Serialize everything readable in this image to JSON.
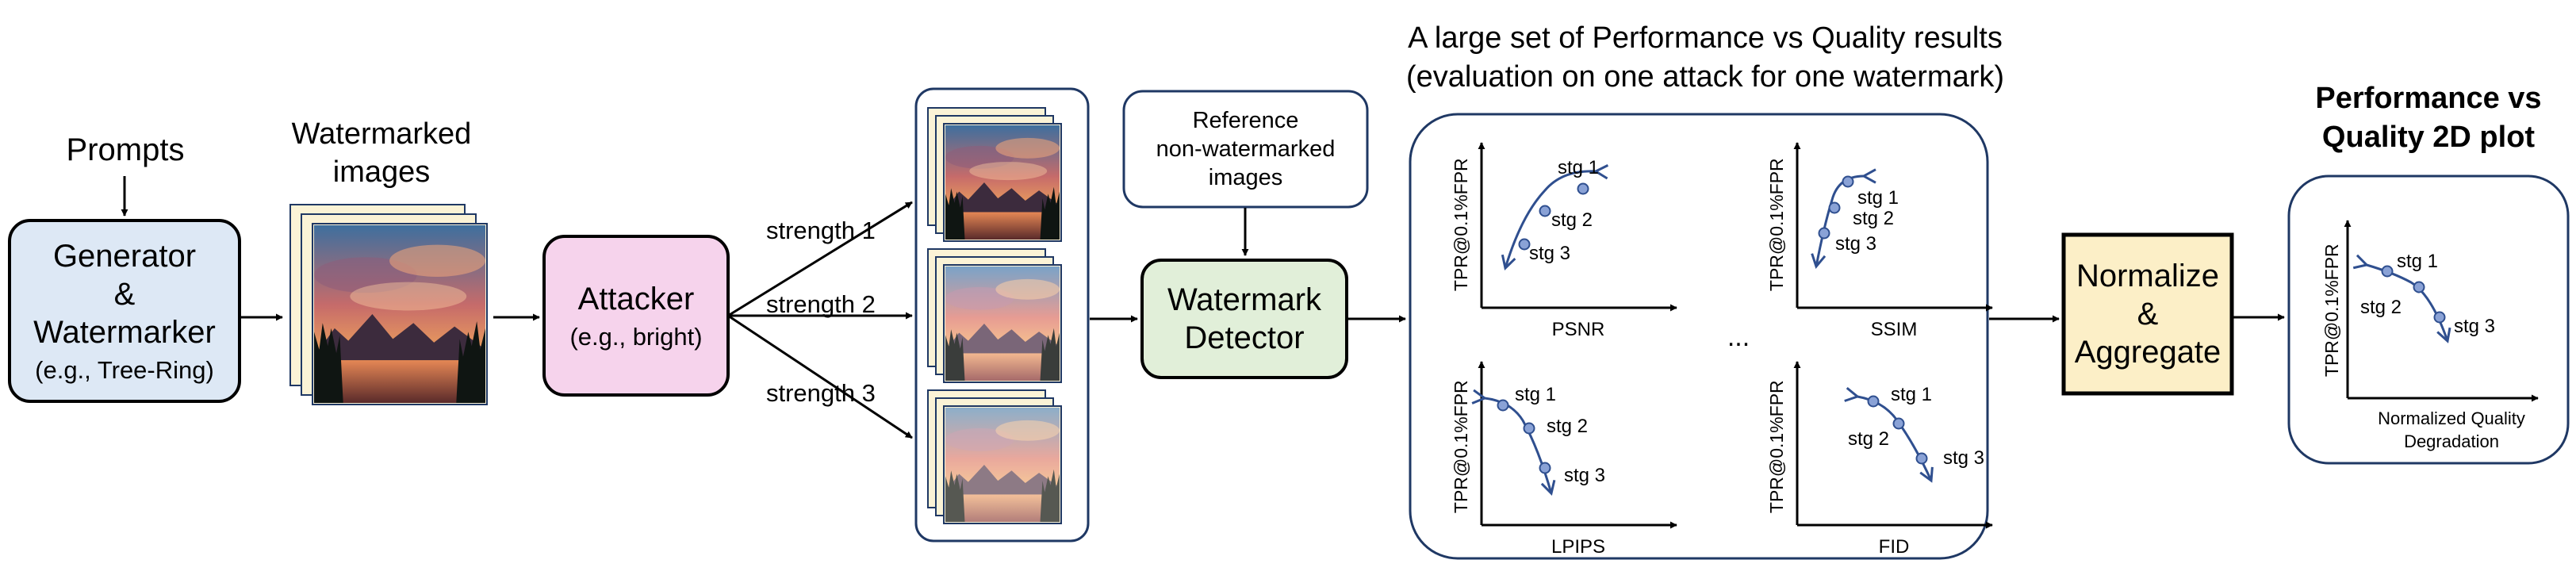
{
  "prompts_label": "Prompts",
  "generator": {
    "line1": "Generator",
    "line2": "&",
    "line3": "Watermarker",
    "sub": "(e.g., Tree-Ring)"
  },
  "watermarked_label": {
    "line1": "Watermarked",
    "line2": "images"
  },
  "attacker": {
    "title": "Attacker",
    "sub": "(e.g., bright)"
  },
  "strengths": [
    "strength 1",
    "strength 2",
    "strength 3"
  ],
  "reference": {
    "line1": "Reference",
    "line2": "non-watermarked",
    "line3": "images"
  },
  "detector": {
    "line1": "Watermark",
    "line2": "Detector"
  },
  "results_title": {
    "line1": "A large set of Performance vs Quality results",
    "line2": "(evaluation on one attack for one watermark)"
  },
  "ylabel": "TPR@0.1%FPR",
  "panels": [
    {
      "xlabel": "PSNR",
      "stages": [
        "stg 1",
        "stg 2",
        "stg 3"
      ]
    },
    {
      "xlabel": "SSIM",
      "stages": [
        "stg 1",
        "stg 2",
        "stg 3"
      ]
    },
    {
      "xlabel": "LPIPS",
      "stages": [
        "stg 1",
        "stg 2",
        "stg 3"
      ]
    },
    {
      "xlabel": "FID",
      "stages": [
        "stg 1",
        "stg 2",
        "stg 3"
      ]
    }
  ],
  "ellipsis": "...",
  "normalize": {
    "line1": "Normalize",
    "line2": "&",
    "line3": "Aggregate"
  },
  "final_title": {
    "line1": "Performance vs",
    "line2": "Quality 2D plot"
  },
  "final_plot": {
    "xlabel_line1": "Normalized Quality",
    "xlabel_line2": "Degradation",
    "stages": [
      "stg 1",
      "stg 2",
      "stg 3"
    ]
  },
  "colors": {
    "generator_fill": "#dde8f5",
    "attacker_fill": "#f6d3ec",
    "detector_fill": "#e1efd9",
    "normalize_fill": "#fcefc7",
    "navy": "#1f3864",
    "curve": "#2f4f8f",
    "point_fill": "#8aa2d6",
    "stack_fill": "#fbf3d6"
  }
}
